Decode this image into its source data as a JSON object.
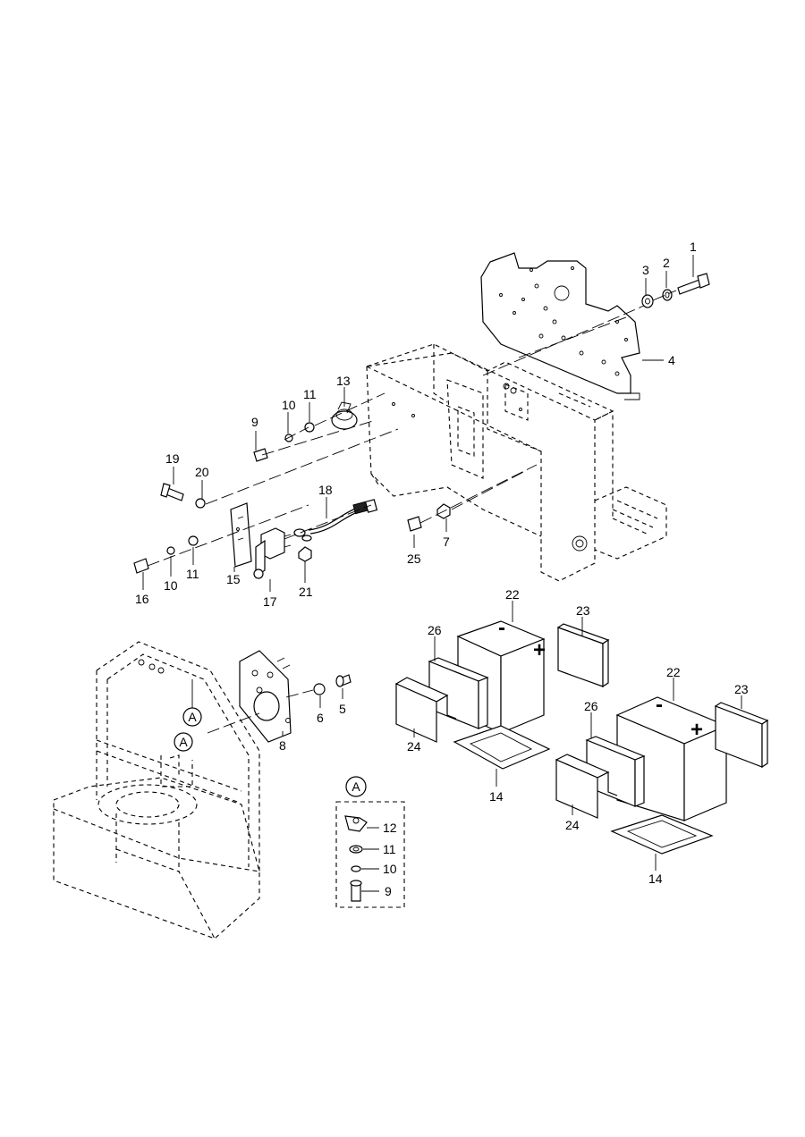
{
  "callouts": {
    "top": [
      "1",
      "2",
      "3",
      "4",
      "9",
      "10",
      "11",
      "13",
      "19",
      "20",
      "18",
      "16",
      "10",
      "11",
      "15",
      "17",
      "21",
      "25",
      "7"
    ],
    "middle_left": [
      "5",
      "6",
      "8"
    ],
    "batteries_left": [
      "22",
      "23",
      "26",
      "24",
      "14"
    ],
    "batteries_right": [
      "22",
      "23",
      "26",
      "24",
      "14"
    ],
    "detail_a": [
      "12",
      "11",
      "10",
      "9"
    ]
  },
  "reference_marker": "A",
  "battery_terminals": {
    "minus": "-",
    "plus": "+"
  }
}
